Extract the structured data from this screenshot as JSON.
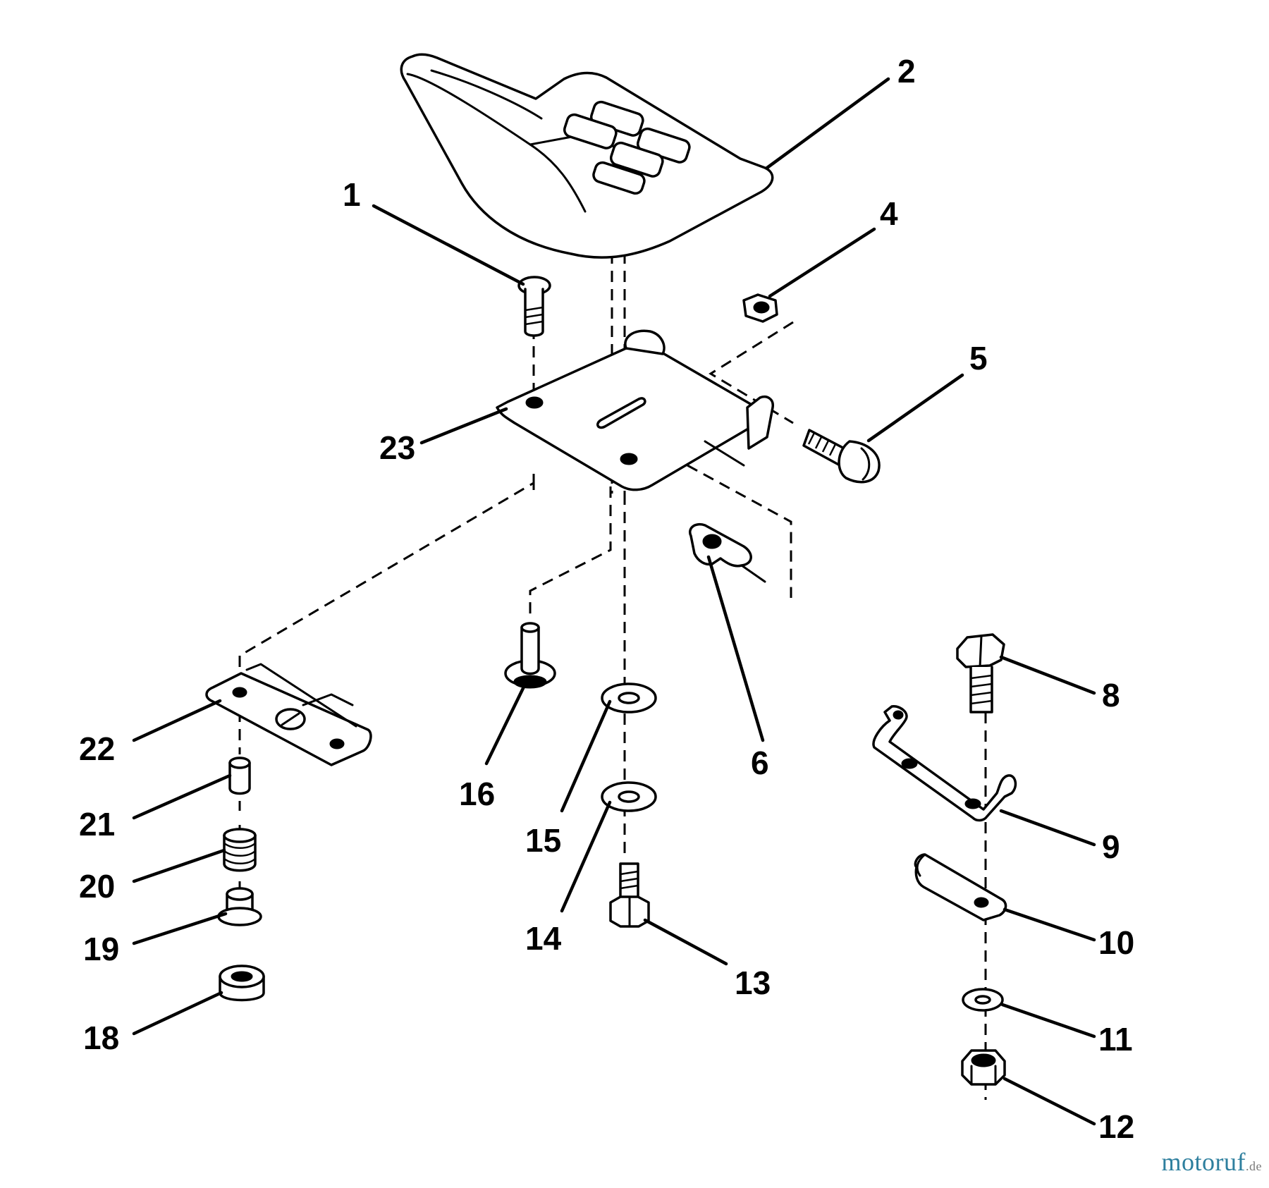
{
  "callouts": {
    "c1": "1",
    "c2": "2",
    "c4": "4",
    "c5": "5",
    "c6": "6",
    "c8": "8",
    "c9": "9",
    "c10": "10",
    "c11": "11",
    "c12": "12",
    "c13": "13",
    "c14": "14",
    "c15": "15",
    "c16": "16",
    "c18": "18",
    "c19": "19",
    "c20": "20",
    "c21": "21",
    "c22": "22",
    "c23": "23"
  },
  "watermark": {
    "brand": "motoruf",
    "tld": ".de"
  }
}
